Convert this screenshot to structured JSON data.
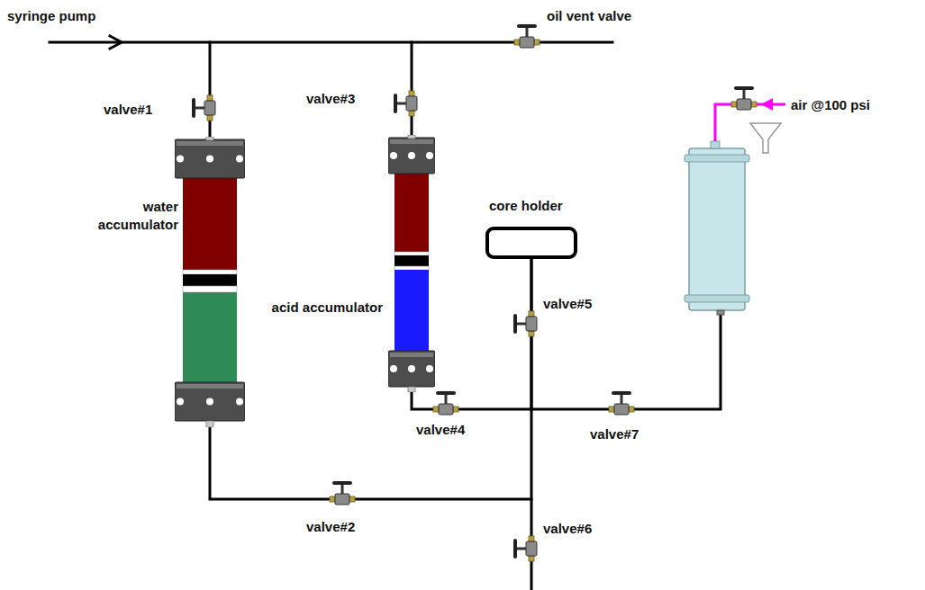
{
  "diagram": {
    "nodes": [
      {
        "text": [
          "water accumulator"
        ]
      },
      {
        "text": [
          "acid accumulator"
        ]
      },
      {
        "text": [
          "core holder"
        ]
      }
    ],
    "edges": [
      {
        "from": 0,
        "to": 2,
        "arrow": "none"
      },
      {
        "from": 1,
        "to": 2,
        "arrow": "none"
      }
    ],
    "labels": [
      "syringe pump",
      "oil vent valve",
      "valve#1",
      "valve#3",
      "air @100 psi",
      "valve#5",
      "valve#4",
      "valve#7",
      "valve#2",
      "valve#6"
    ]
  }
}
